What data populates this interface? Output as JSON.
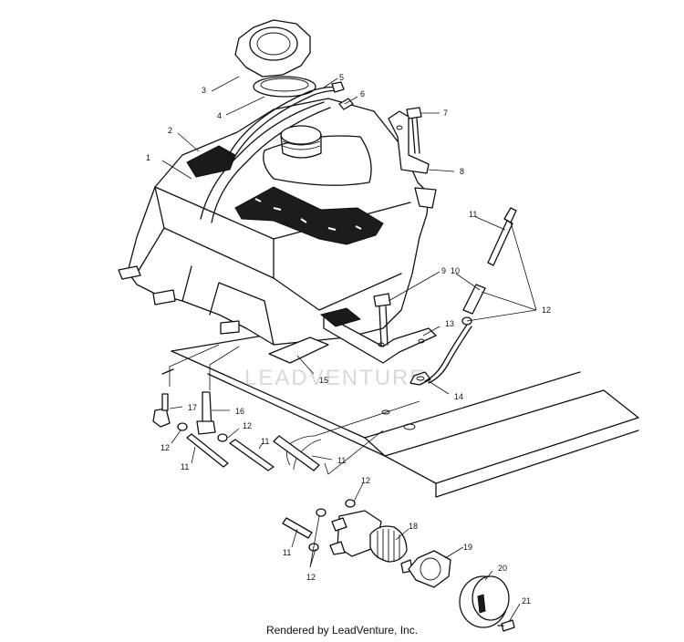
{
  "watermark": "LEADVENTURE",
  "credit": "Rendered by LeadVenture, Inc.",
  "callouts": [
    "1",
    "2",
    "3",
    "4",
    "5",
    "6",
    "7",
    "8",
    "9",
    "10",
    "11",
    "11",
    "11",
    "11",
    "11",
    "12",
    "12",
    "12",
    "12",
    "12",
    "13",
    "14",
    "15",
    "16",
    "17",
    "18",
    "19",
    "20",
    "21"
  ]
}
